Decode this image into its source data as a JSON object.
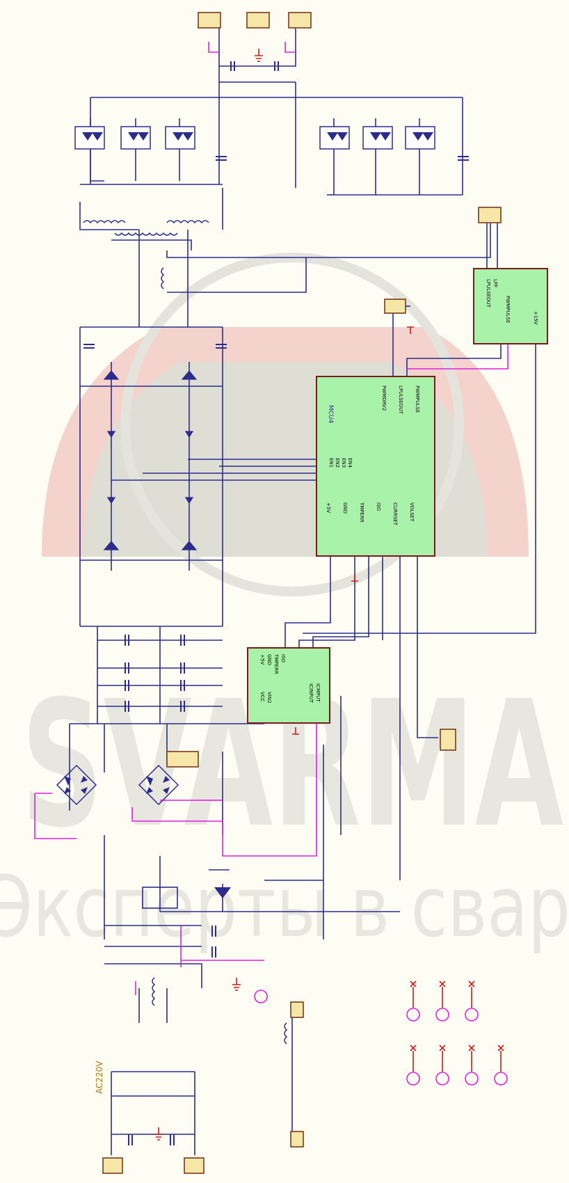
{
  "watermark": {
    "brand": "SVARMA",
    "slogan": "Эксперты в свар"
  },
  "mains": {
    "label": "AC220V"
  },
  "modules": {
    "mcu": {
      "title": "MCU4",
      "pins_top": [
        "PWMDRV2",
        "LPULSEOUT",
        "PWMPULSE"
      ],
      "pins_left": [
        "EN1",
        "EN2",
        "EN3",
        "EN4"
      ],
      "pins_bottom": [
        "+5V",
        "GND",
        "TMPERR",
        "ISO",
        "CURRSET",
        "VOLSET"
      ]
    },
    "pwm": {
      "pins_top": [
        "LPULSEOUT",
        "LPF"
      ],
      "pins_bottom": [
        "PWMPULSE",
        "+15V"
      ]
    },
    "ctrl": {
      "pins_top": [
        "+5V",
        "GND",
        "TMPERR",
        "ISO"
      ],
      "pins_bottom": [
        "VCC",
        "VIN2",
        "ICINPUT",
        "ICMPUT"
      ]
    }
  }
}
